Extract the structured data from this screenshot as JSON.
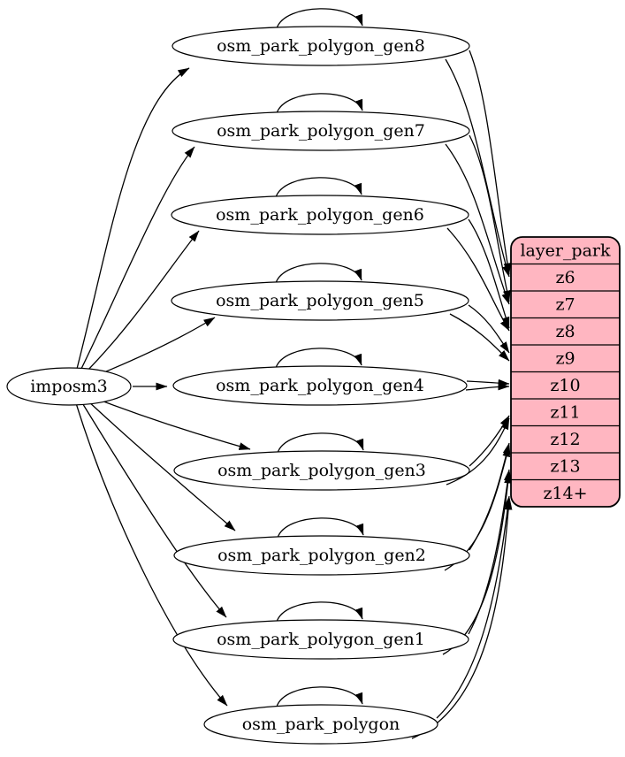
{
  "diagram": {
    "kind": "etl-graph",
    "background_color": "#ffffff",
    "edge_color": "#000000",
    "source": {
      "label": "imposm3",
      "shape": "ellipse"
    },
    "tables": [
      {
        "label": "osm_park_polygon_gen8",
        "self_loop": true,
        "feeds": "z6",
        "edges_to_layer": 2
      },
      {
        "label": "osm_park_polygon_gen7",
        "self_loop": true,
        "feeds": "z7",
        "edges_to_layer": 2
      },
      {
        "label": "osm_park_polygon_gen6",
        "self_loop": true,
        "feeds": "z8",
        "edges_to_layer": 2
      },
      {
        "label": "osm_park_polygon_gen5",
        "self_loop": true,
        "feeds": "z9",
        "edges_to_layer": 2
      },
      {
        "label": "osm_park_polygon_gen4",
        "self_loop": true,
        "feeds": "z10",
        "edges_to_layer": 2
      },
      {
        "label": "osm_park_polygon_gen3",
        "self_loop": true,
        "feeds": "z11",
        "edges_to_layer": 2
      },
      {
        "label": "osm_park_polygon_gen2",
        "self_loop": true,
        "feeds": "z12",
        "edges_to_layer": 2
      },
      {
        "label": "osm_park_polygon_gen1",
        "self_loop": true,
        "feeds": "z13",
        "edges_to_layer": 2
      },
      {
        "label": "osm_park_polygon",
        "self_loop": true,
        "feeds": "z14+",
        "edges_to_layer": 2
      }
    ],
    "layer_table": {
      "header": "layer_park",
      "rows": [
        "z6",
        "z7",
        "z8",
        "z9",
        "z10",
        "z11",
        "z12",
        "z13",
        "z14+"
      ],
      "fill_color": "#ffb6c1",
      "border_color": "#000000"
    },
    "edges": {
      "from_source_to": [
        "osm_park_polygon_gen8",
        "osm_park_polygon_gen7",
        "osm_park_polygon_gen6",
        "osm_park_polygon_gen5",
        "osm_park_polygon_gen4",
        "osm_park_polygon_gen3",
        "osm_park_polygon_gen2",
        "osm_park_polygon_gen1",
        "osm_park_polygon"
      ],
      "self_loops_on": [
        "osm_park_polygon_gen8",
        "osm_park_polygon_gen7",
        "osm_park_polygon_gen6",
        "osm_park_polygon_gen5",
        "osm_park_polygon_gen4",
        "osm_park_polygon_gen3",
        "osm_park_polygon_gen2",
        "osm_park_polygon_gen1",
        "osm_park_polygon"
      ],
      "to_layer_rows": [
        {
          "from": "osm_park_polygon_gen8",
          "to": "z6",
          "count": 2
        },
        {
          "from": "osm_park_polygon_gen7",
          "to": "z7",
          "count": 2
        },
        {
          "from": "osm_park_polygon_gen6",
          "to": "z8",
          "count": 2
        },
        {
          "from": "osm_park_polygon_gen5",
          "to": "z9",
          "count": 2
        },
        {
          "from": "osm_park_polygon_gen4",
          "to": "z10",
          "count": 2
        },
        {
          "from": "osm_park_polygon_gen3",
          "to": "z11",
          "count": 2
        },
        {
          "from": "osm_park_polygon_gen2",
          "to": "z12",
          "count": 2
        },
        {
          "from": "osm_park_polygon_gen1",
          "to": "z13",
          "count": 2
        },
        {
          "from": "osm_park_polygon",
          "to": "z14+",
          "count": 2
        }
      ]
    }
  }
}
